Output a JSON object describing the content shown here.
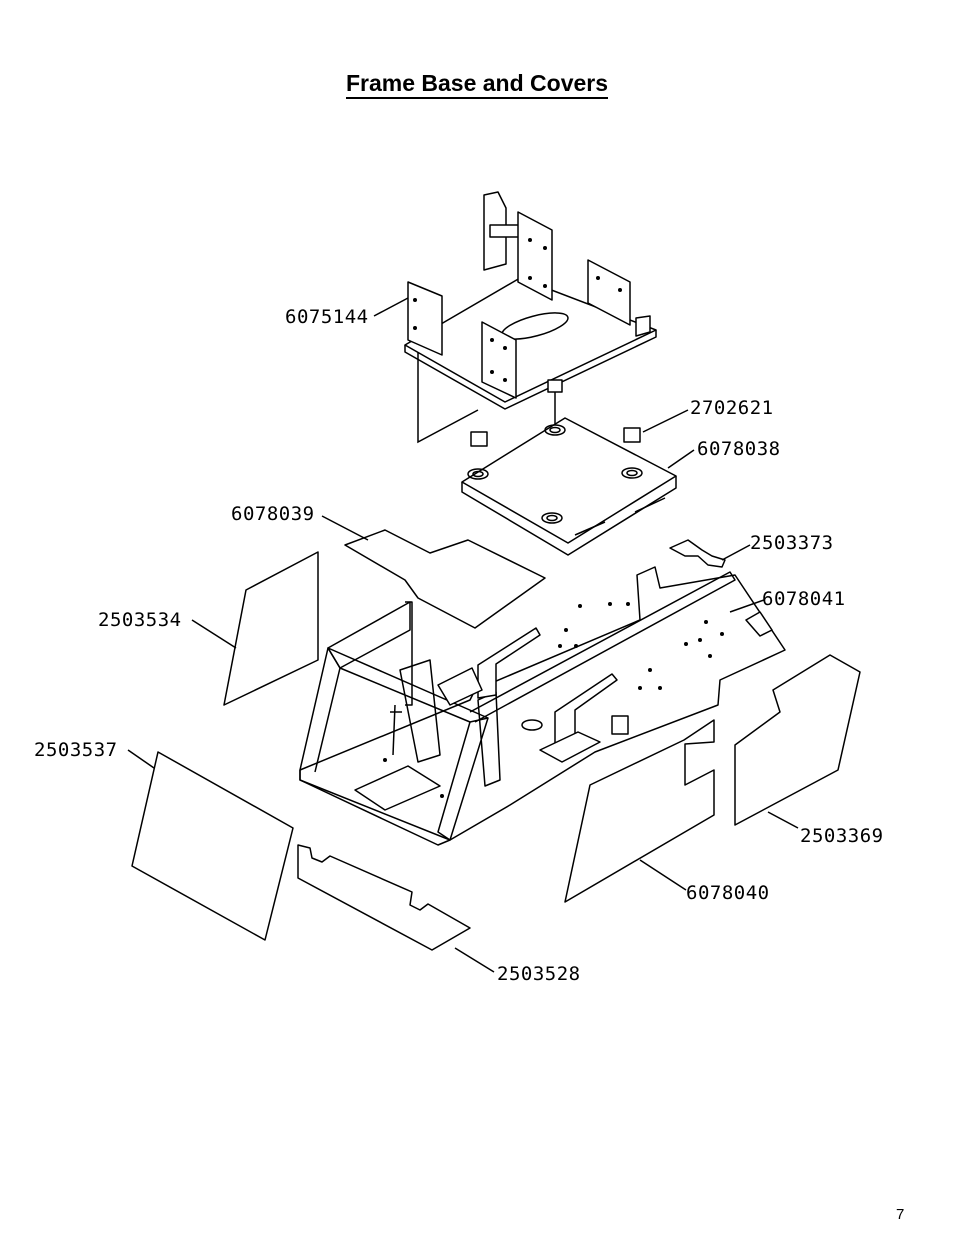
{
  "page": {
    "title": "Frame Base and Covers",
    "page_number": "7"
  },
  "parts": [
    {
      "id": "p6075144",
      "label": "6075144"
    },
    {
      "id": "p2702621",
      "label": "2702621"
    },
    {
      "id": "p6078038",
      "label": "6078038"
    },
    {
      "id": "p6078039",
      "label": "6078039"
    },
    {
      "id": "p2503373",
      "label": "2503373"
    },
    {
      "id": "p6078041",
      "label": "6078041"
    },
    {
      "id": "p2503534",
      "label": "2503534"
    },
    {
      "id": "p2503537",
      "label": "2503537"
    },
    {
      "id": "p2503369",
      "label": "2503369"
    },
    {
      "id": "p6078040",
      "label": "6078040"
    },
    {
      "id": "p2503528",
      "label": "2503528"
    }
  ]
}
